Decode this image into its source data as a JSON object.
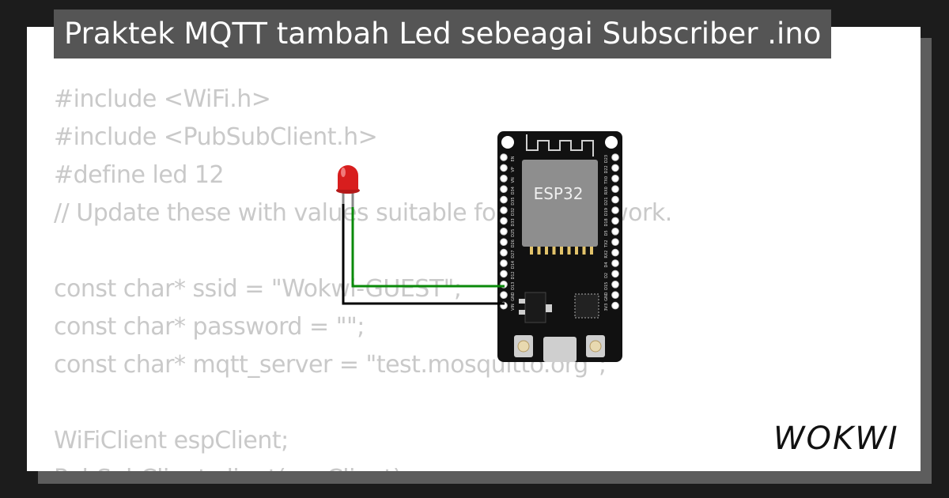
{
  "title": "Praktek MQTT tambah Led sebeagai Subscriber .ino",
  "code_lines": [
    "#include <WiFi.h>",
    "#include <PubSubClient.h>",
    "#define led 12",
    "// Update these with values suitable for your network.",
    "",
    "const char* ssid = \"Wokwi-GUEST\";",
    "const char* password = \"\";",
    "const char* mqtt_server = \"test.mosquitto.org\";",
    "",
    "WiFiClient espClient;",
    "PubSubClient client(espClient);"
  ],
  "board": {
    "chip_label": "ESP32",
    "left_pins": [
      "EN",
      "VP",
      "VN",
      "D34",
      "D35",
      "D32",
      "D33",
      "D25",
      "D26",
      "D27",
      "D14",
      "D12",
      "D13",
      "GND",
      "VIN"
    ],
    "right_pins": [
      "D23",
      "D22",
      "TX0",
      "RX0",
      "D21",
      "D19",
      "D18",
      "D5",
      "TX2",
      "RX2",
      "D4",
      "D2",
      "D15",
      "GND",
      "3V3"
    ]
  },
  "brand": "WOKWI",
  "colors": {
    "background": "#1c1c1c",
    "title_bar": "#555555",
    "code_text": "#c9c9c9",
    "wire_signal": "#0a8a0a",
    "wire_ground": "#000000",
    "led": "#d81e1e"
  }
}
